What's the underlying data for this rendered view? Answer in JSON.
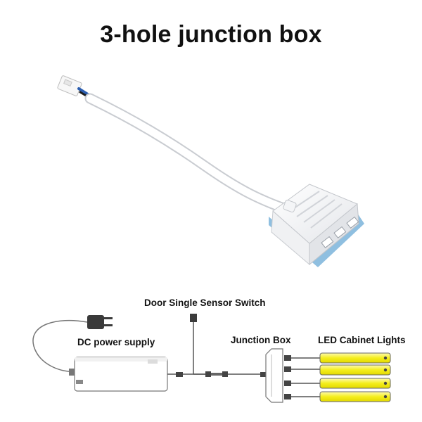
{
  "title": "3-hole junction box",
  "diagram": {
    "labels": {
      "sensor_switch": "Door Single Sensor Switch",
      "power_supply": "DC power supply",
      "junction_box": "Junction Box",
      "led_lights": "LED Cabinet Lights"
    },
    "led_light_count": 4,
    "colors": {
      "led_yellow": "#f4ee1c",
      "junction_box_blue": "#a9cde6",
      "wire": "#555555"
    }
  }
}
